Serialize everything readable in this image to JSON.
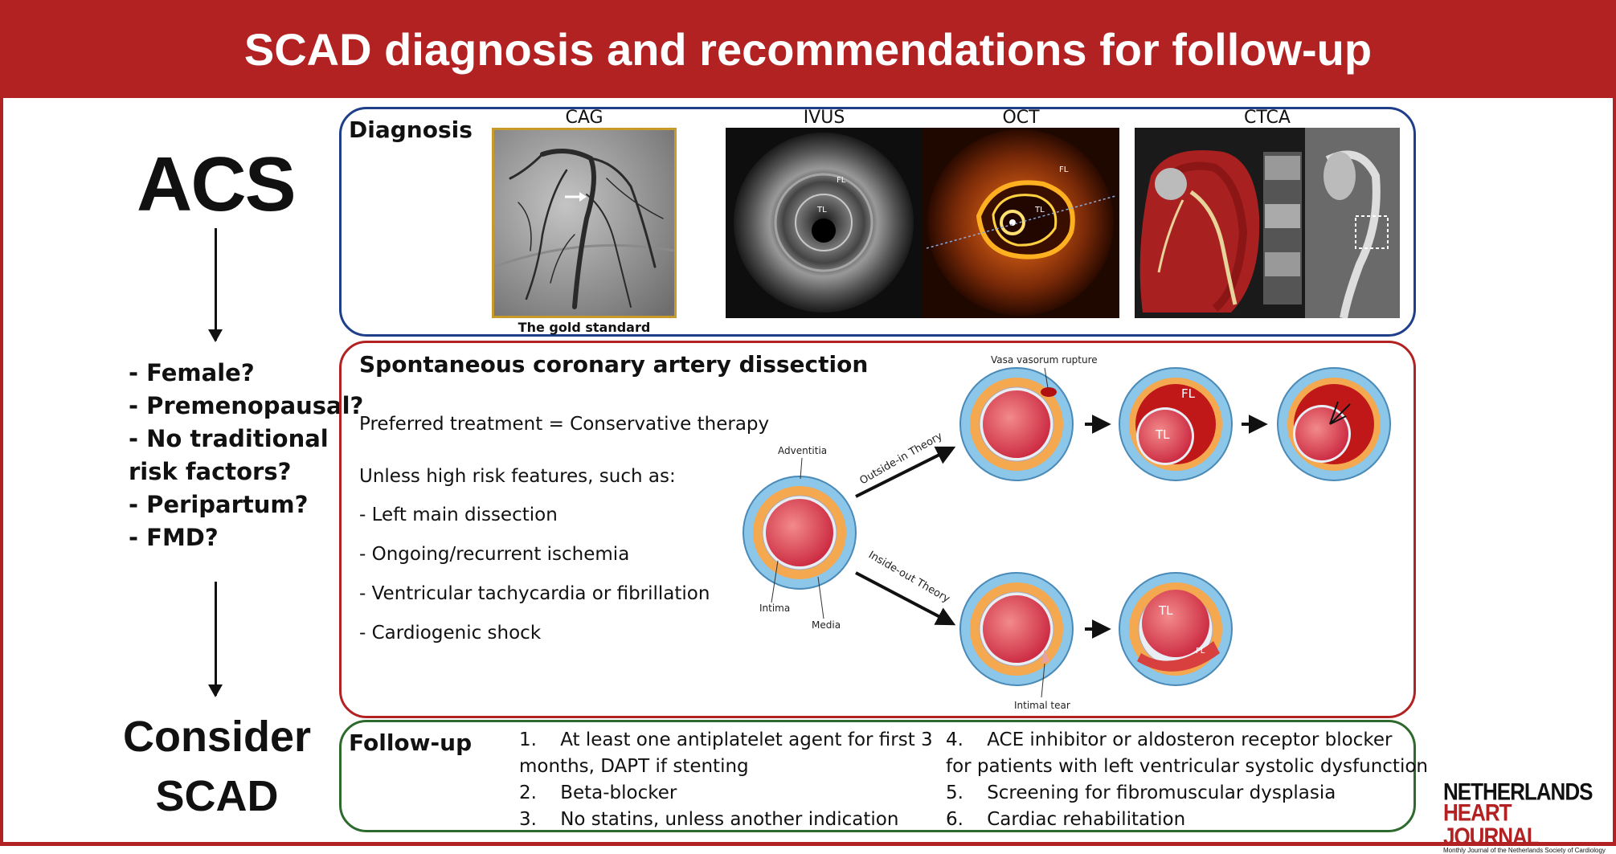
{
  "title": "SCAD diagnosis and recommendations for follow-up",
  "left": {
    "acs": "ACS",
    "risk_items": [
      "- Female?",
      "- Premenopausal?",
      "- No traditional",
      "risk factors?",
      "- Peripartum?",
      "- FMD?"
    ],
    "consider_1": "Consider",
    "consider_2": "SCAD"
  },
  "diagnosis": {
    "title": "Diagnosis",
    "labels": {
      "cag": "CAG",
      "ivus": "IVUS",
      "oct": "OCT",
      "ctca": "CTCA"
    },
    "gold_standard": "The gold standard",
    "image_marks": {
      "fl": "FL",
      "tl": "TL"
    }
  },
  "scad": {
    "title": "Spontaneous coronary artery dissection",
    "preferred": "Preferred treatment = Conservative therapy",
    "unless": "Unless high risk features, such as:",
    "features": [
      "- Left main dissection",
      "- Ongoing/recurrent ischemia",
      "- Ventricular tachycardia or fibrillation",
      "- Cardiogenic shock"
    ],
    "diagram": {
      "adventitia": "Adventitia",
      "intima": "Intima",
      "media": "Media",
      "outside_in": "Outside-in Theory",
      "inside_out": "Inside-out Theory",
      "vasa_vasorum": "Vasa vasorum rupture",
      "intimal_tear": "Intimal tear",
      "fl": "FL",
      "tl": "TL"
    }
  },
  "followup": {
    "title": "Follow-up",
    "col1": [
      "1.    At least one antiplatelet agent for first 3",
      "months, DAPT if stenting",
      "2.    Beta-blocker",
      "3.    No statins, unless another indication"
    ],
    "col2": [
      "4.    ACE inhibitor or aldosteron receptor blocker",
      "for patients with left ventricular systolic dysfunction",
      "5.    Screening for fibromuscular dysplasia",
      "6.    Cardiac rehabilitation"
    ]
  },
  "logo": {
    "line1": "NETHERLANDS",
    "line2": "HEART JOURNAL",
    "tagline": "Monthly Journal of the Netherlands Society of Cardiology"
  },
  "colors": {
    "brand_red": "#b22222",
    "diag_blue": "#1f3e8a",
    "fu_green": "#2e6a2e"
  }
}
